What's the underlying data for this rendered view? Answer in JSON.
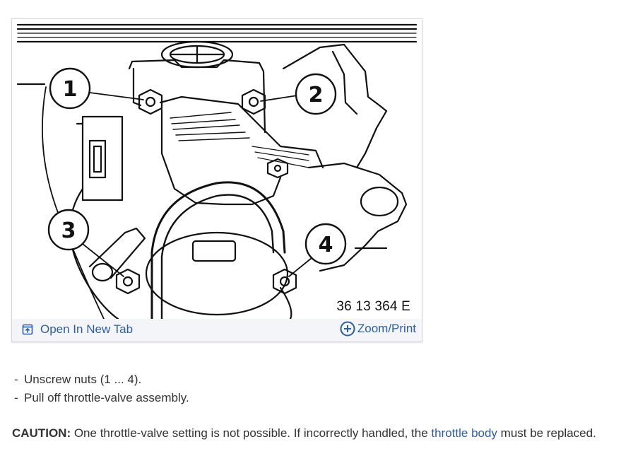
{
  "figure": {
    "code": "36 13 364 E",
    "callouts": [
      "1",
      "2",
      "3",
      "4"
    ]
  },
  "actions": {
    "open_tab_label": "Open In New Tab",
    "zoom_print_label": "Zoom/Print",
    "link_color": "#2f5d9c"
  },
  "steps": [
    {
      "bullet": "-",
      "text": "Unscrew nuts (1 ... 4)."
    },
    {
      "bullet": "-",
      "text": "Pull off throttle-valve assembly."
    }
  ],
  "caution": {
    "label": "CAUTION:",
    "text_before": " One throttle-valve setting is not possible. If incorrectly handled, the ",
    "link_text": "throttle body",
    "text_after": " must be replaced."
  }
}
